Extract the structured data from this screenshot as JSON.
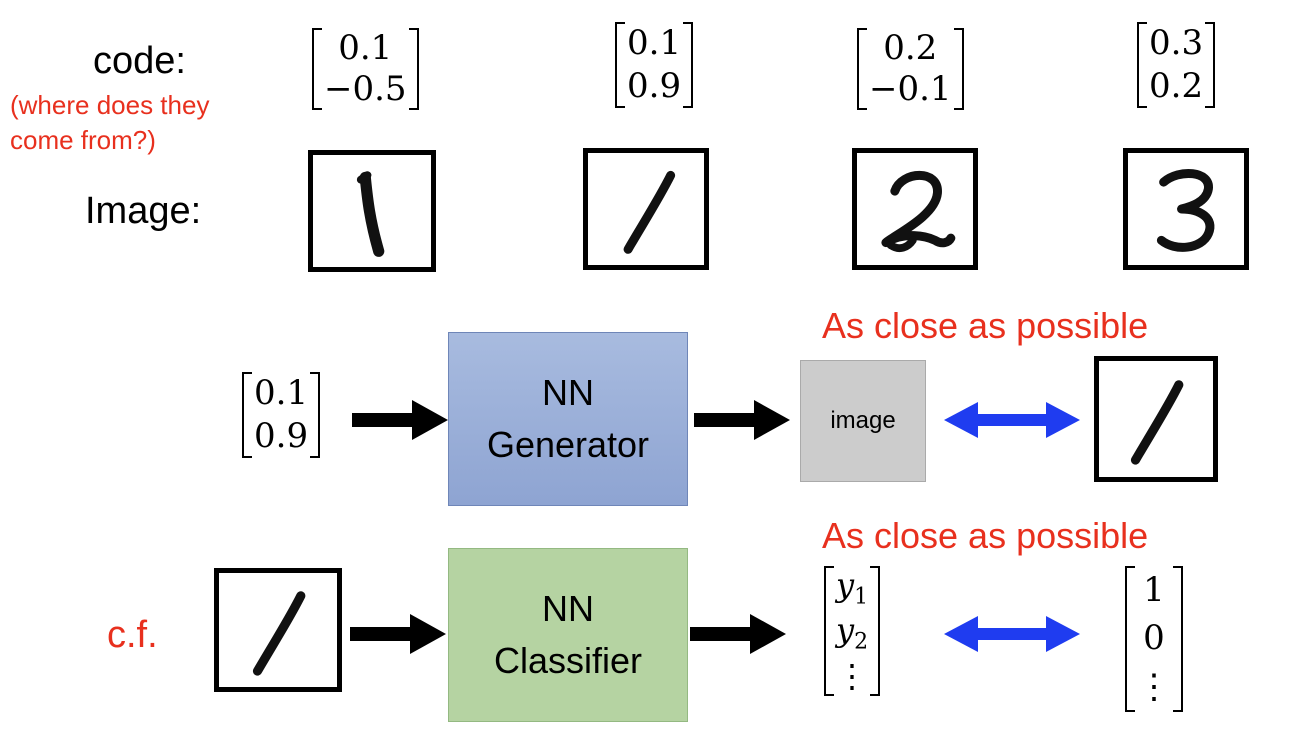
{
  "top": {
    "code_label": "code:",
    "note": [
      "(where does they",
      "come from?)"
    ],
    "image_label": "Image:",
    "codes": [
      [
        "0.1",
        "−0.5"
      ],
      [
        "0.1",
        "0.9"
      ],
      [
        "0.2",
        "−0.1"
      ],
      [
        "0.3",
        "0.2"
      ]
    ],
    "digits": [
      "1",
      "1",
      "2",
      "3"
    ]
  },
  "generator": {
    "input_vector": [
      "0.1",
      "0.9"
    ],
    "box_lines": [
      "NN",
      "Generator"
    ],
    "output_label": "image",
    "caption": "As close as possible",
    "target_digit": "1"
  },
  "classifier": {
    "cf_label": "c.f.",
    "input_digit": "1",
    "box_lines": [
      "NN",
      "Classifier"
    ],
    "output_vector": [
      "y",
      "1",
      "y",
      "2",
      "⋮"
    ],
    "target_vector": [
      "1",
      "0",
      "⋮"
    ],
    "caption": "As close as possible"
  },
  "colors": {
    "accent_red": "#e8301e",
    "arrow_black": "#000000",
    "arrow_blue": "#1f3cf0",
    "generator_blue": "#97abd6",
    "classifier_green": "#b5d3a2",
    "image_gray": "#cccccc"
  },
  "icons": [
    "digit-glyph",
    "right-arrow-icon",
    "double-arrow-icon"
  ]
}
